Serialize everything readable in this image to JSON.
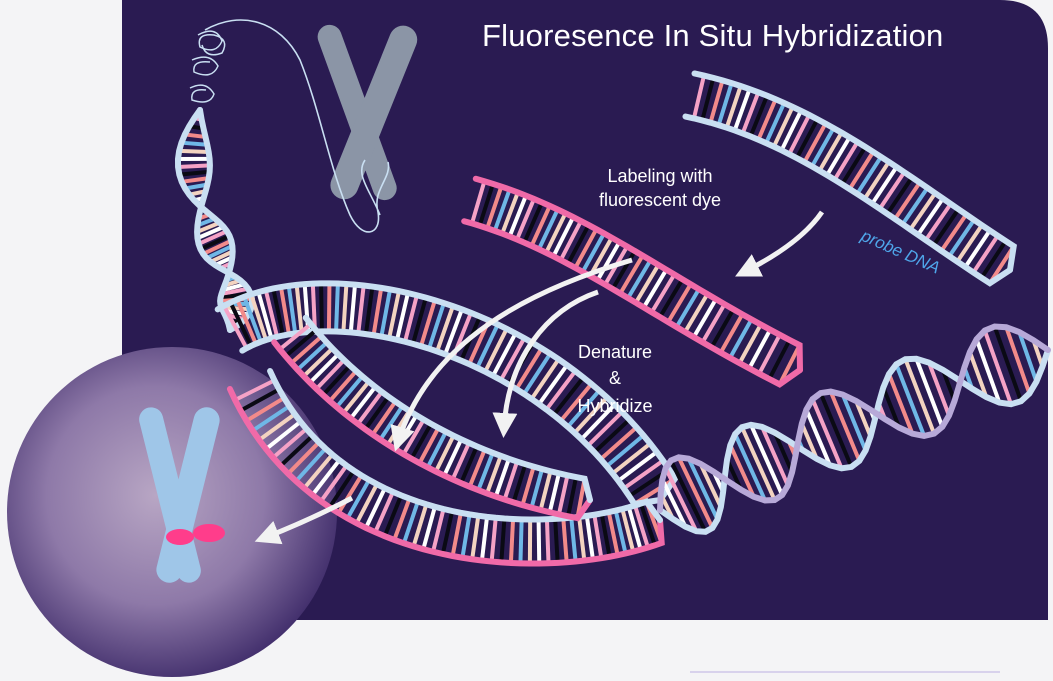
{
  "title": "Fluoresence In Situ Hybridization",
  "labels": {
    "labeling_line1": "Labeling with",
    "labeling_line2": "fluorescent dye",
    "denature_line1": "Denature",
    "denature_line2": "&",
    "denature_line3": "Hybridize",
    "probe": "probe DNA"
  },
  "colors": {
    "background": "#2a1b52",
    "strand_backbone": "#c9dff2",
    "probe_backbone": "#f06aa8",
    "chromosome": "#9fc6e8",
    "chromosome_gray": "#8b95a6",
    "signal": "#ff3d8b",
    "arrow": "#f2f2f2",
    "base_colors": [
      "#0a0a14",
      "#f28a8a",
      "#6fb7e6",
      "#f3d3c0",
      "#ffffff",
      "#f5a2c6"
    ]
  },
  "icons": [
    "chromosome-icon",
    "fish-signal-chromosome-icon",
    "double-helix-icon",
    "flow-arrow-icon"
  ]
}
